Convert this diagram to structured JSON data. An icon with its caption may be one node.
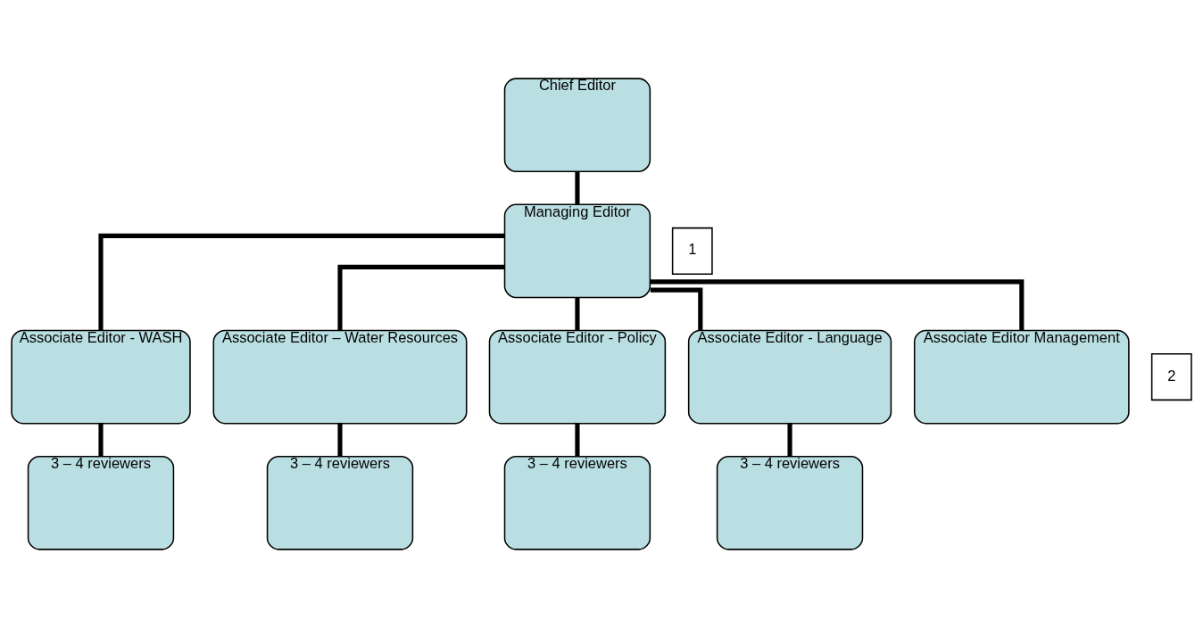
{
  "diagram": {
    "nodes": [
      {
        "text": [
          "Chief Editor"
        ]
      },
      {
        "text": [
          "Managing Editor"
        ]
      },
      {
        "text": [
          "Associate Editor - WASH"
        ]
      },
      {
        "text": [
          "Associate Editor – Water Resources"
        ]
      },
      {
        "text": [
          "Associate Editor - Policy"
        ]
      },
      {
        "text": [
          "Associate Editor - Language"
        ]
      },
      {
        "text": [
          "Associate Editor Management"
        ]
      },
      {
        "text": [
          "3 – 4 reviewers"
        ]
      },
      {
        "text": [
          "3 – 4 reviewers"
        ]
      },
      {
        "text": [
          "3 – 4 reviewers"
        ]
      },
      {
        "text": [
          "3 – 4 reviewers"
        ]
      },
      {
        "text": [
          "1"
        ]
      },
      {
        "text": [
          "2"
        ]
      }
    ],
    "edges": [
      {
        "from": 0,
        "to": 1,
        "arrow": "none"
      },
      {
        "from": 1,
        "to": 2,
        "arrow": "none"
      },
      {
        "from": 1,
        "to": 3,
        "arrow": "none"
      },
      {
        "from": 1,
        "to": 4,
        "arrow": "none"
      },
      {
        "from": 1,
        "to": 5,
        "arrow": "none"
      },
      {
        "from": 1,
        "to": 6,
        "arrow": "none"
      },
      {
        "from": 2,
        "to": 7,
        "arrow": "none"
      },
      {
        "from": 3,
        "to": 8,
        "arrow": "none"
      },
      {
        "from": 4,
        "to": 9,
        "arrow": "none"
      },
      {
        "from": 5,
        "to": 10,
        "arrow": "none"
      }
    ]
  }
}
